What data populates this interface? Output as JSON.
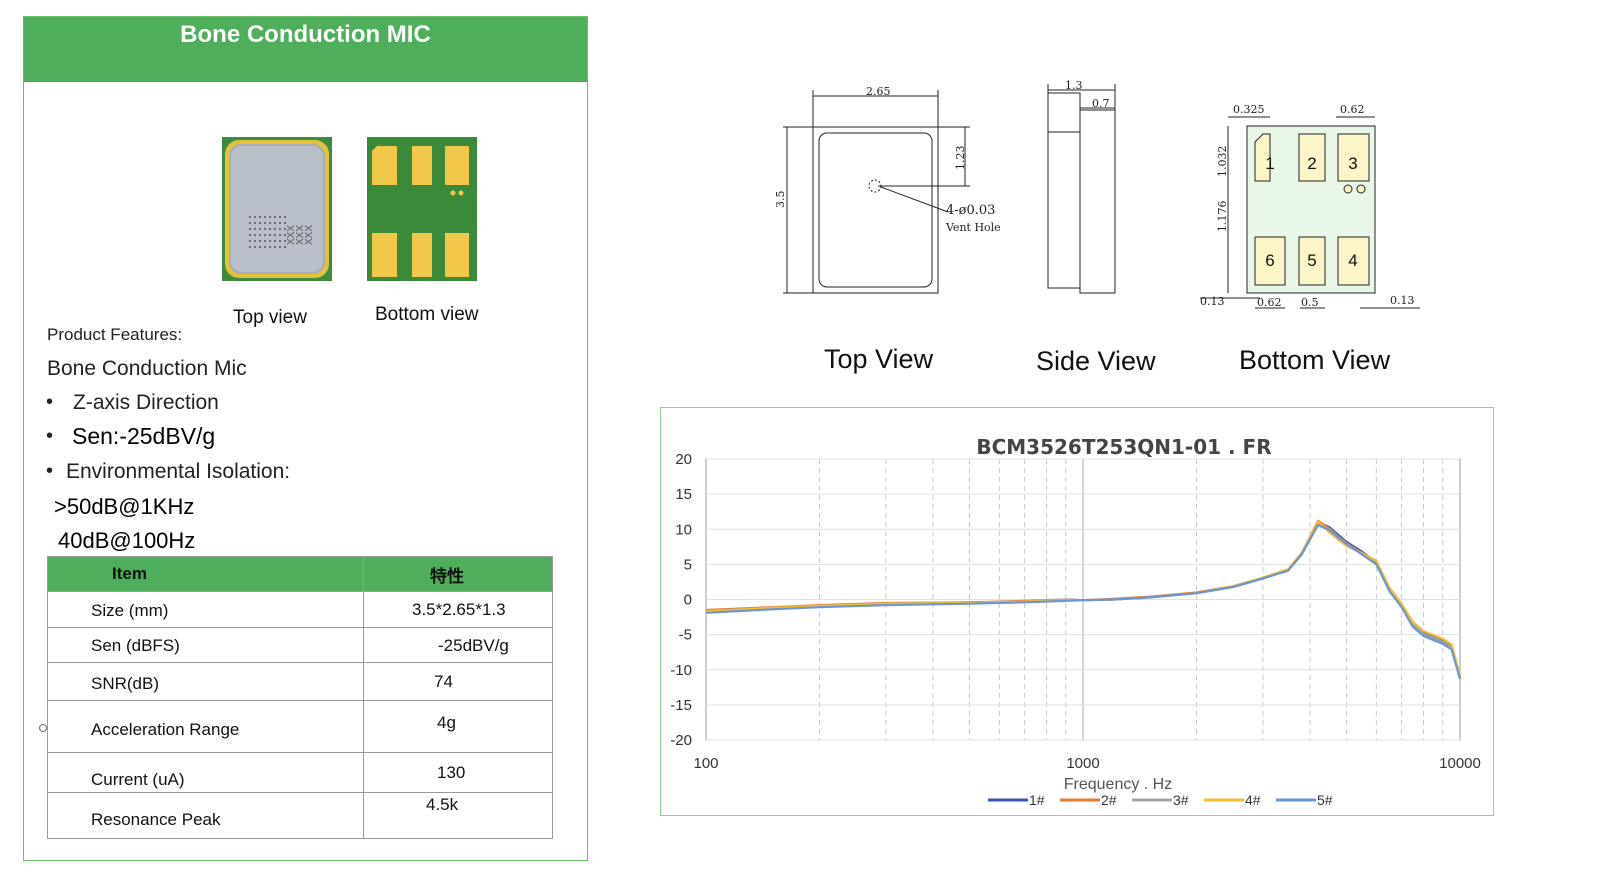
{
  "header": {
    "title": "Bone Conduction MIC"
  },
  "photos": {
    "top_caption": "Top view",
    "bottom_caption": "Bottom view",
    "chip_marking": "XXX"
  },
  "features": {
    "heading": "Product Features:",
    "name": "Bone Conduction Mic",
    "bullet": "•",
    "items": [
      "Z-axis Direction",
      "Sen:-25dBV/g",
      "Environmental Isolation:"
    ],
    "isolation_lines": [
      ">50dB@1KHz",
      "40dB@100Hz"
    ]
  },
  "table": {
    "headers": [
      "Item",
      "特性"
    ],
    "rows": [
      {
        "item": "Size (mm)",
        "value": "3.5*2.65*1.3"
      },
      {
        "item": "Sen (dBFS)",
        "value": "-25dBV/g"
      },
      {
        "item": "SNR(dB)",
        "value": "74"
      },
      {
        "item": "Acceleration Range",
        "value": "4g"
      },
      {
        "item": "Current (uA)",
        "value": "130"
      },
      {
        "item": "Resonance Peak",
        "value": "4.5k"
      }
    ]
  },
  "drawing": {
    "top": {
      "width": "2.65",
      "height": "3.5",
      "hole_offset": "1.23",
      "note1": "4-ø0.03",
      "note2": "Vent Hole"
    },
    "side": {
      "total": "1.3",
      "body": "0.7"
    },
    "bottom": {
      "d1": "0.325",
      "d2": "0.62",
      "d3": "1.032",
      "d4": "1.176",
      "d5": "0.13",
      "d6": "0.62",
      "d7": "0.5",
      "d8": "0.13",
      "pads": [
        "1",
        "2",
        "3",
        "6",
        "5",
        "4"
      ]
    },
    "labels": {
      "top": "Top View",
      "side": "Side View",
      "bottom": "Bottom View"
    }
  },
  "chart_data": {
    "type": "line",
    "title": "BCM3526T253QN1-01 . FR",
    "xlabel": "Frequency . Hz",
    "ylabel": "",
    "xscale": "log",
    "xlim": [
      100,
      10000
    ],
    "ylim": [
      -20,
      20
    ],
    "xticks": [
      "100",
      "1000",
      "10000"
    ],
    "yticks": [
      "20",
      "15",
      "10",
      "5",
      "0",
      "-5",
      "-10",
      "-15",
      "-20"
    ],
    "grid": true,
    "legend_position": "bottom",
    "x": [
      100,
      150,
      200,
      300,
      500,
      700,
      900,
      1000,
      1200,
      1500,
      2000,
      2500,
      3000,
      3500,
      3800,
      4200,
      4500,
      5000,
      5500,
      6000,
      6500,
      7000,
      7500,
      8000,
      9000,
      9500,
      10000
    ],
    "series": [
      {
        "name": "1#",
        "color": "#3a55b0",
        "values": [
          -1.8,
          -1.3,
          -1.0,
          -0.7,
          -0.5,
          -0.3,
          -0.1,
          -0.1,
          0.0,
          0.3,
          0.9,
          1.8,
          3.0,
          4.2,
          6.5,
          11.0,
          10.3,
          8.2,
          6.8,
          5.3,
          1.5,
          -0.8,
          -3.5,
          -4.8,
          -5.8,
          -6.6,
          -11.0
        ]
      },
      {
        "name": "2#",
        "color": "#e87a33",
        "values": [
          -1.5,
          -1.1,
          -0.8,
          -0.5,
          -0.4,
          -0.2,
          0.0,
          -0.1,
          0.1,
          0.4,
          1.0,
          1.9,
          3.1,
          4.3,
          6.6,
          11.2,
          10.1,
          8.0,
          6.6,
          5.2,
          1.4,
          -0.9,
          -3.8,
          -5.1,
          -6.2,
          -7.0,
          -11.2
        ]
      },
      {
        "name": "3#",
        "color": "#a3a3a3",
        "values": [
          -1.6,
          -1.2,
          -0.9,
          -0.6,
          -0.4,
          -0.3,
          0.0,
          -0.1,
          0.0,
          0.3,
          0.9,
          1.8,
          3.0,
          4.2,
          6.4,
          10.9,
          10.0,
          7.9,
          6.5,
          5.1,
          1.3,
          -1.0,
          -3.6,
          -4.9,
          -6.0,
          -6.8,
          -11.0
        ]
      },
      {
        "name": "4#",
        "color": "#f2bd2e",
        "values": [
          -1.7,
          -1.2,
          -0.9,
          -0.6,
          -0.5,
          -0.3,
          -0.1,
          -0.1,
          0.0,
          0.3,
          0.9,
          1.9,
          3.1,
          4.3,
          6.6,
          11.1,
          9.6,
          7.6,
          6.6,
          5.5,
          1.7,
          -0.6,
          -3.2,
          -4.5,
          -5.6,
          -6.4,
          -10.8
        ]
      },
      {
        "name": "5#",
        "color": "#6a96d6",
        "values": [
          -1.9,
          -1.4,
          -1.1,
          -0.8,
          -0.6,
          -0.4,
          -0.2,
          -0.1,
          0.0,
          0.3,
          0.9,
          1.8,
          3.0,
          4.1,
          6.4,
          10.6,
          9.9,
          7.9,
          6.4,
          5.0,
          1.2,
          -1.1,
          -3.9,
          -5.2,
          -6.3,
          -7.1,
          -11.3
        ]
      }
    ]
  }
}
